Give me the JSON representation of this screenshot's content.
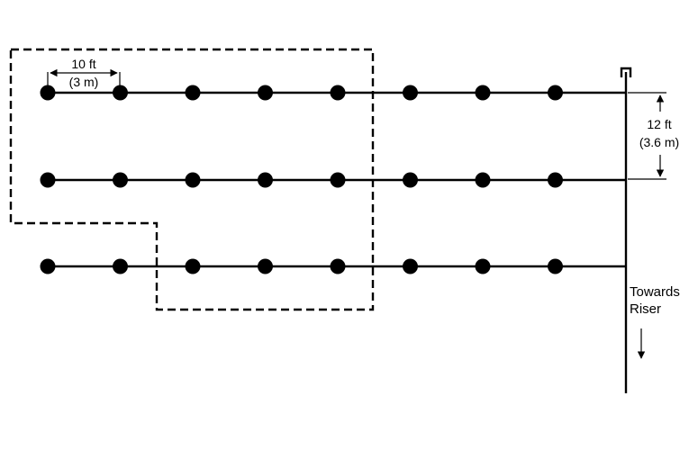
{
  "spacing_label": {
    "imperial": "10 ft",
    "metric": "(3 m)"
  },
  "row_spacing_label": {
    "imperial": "12 ft",
    "metric": "(3.6 m)"
  },
  "riser_label": {
    "line1": "Towards",
    "line2": "Riser"
  },
  "layout": {
    "branch_lines": 3,
    "sprinklers_per_line": 8
  },
  "colors": {
    "line": "#000000",
    "sprinkler": "#000000",
    "background": "#ffffff"
  }
}
